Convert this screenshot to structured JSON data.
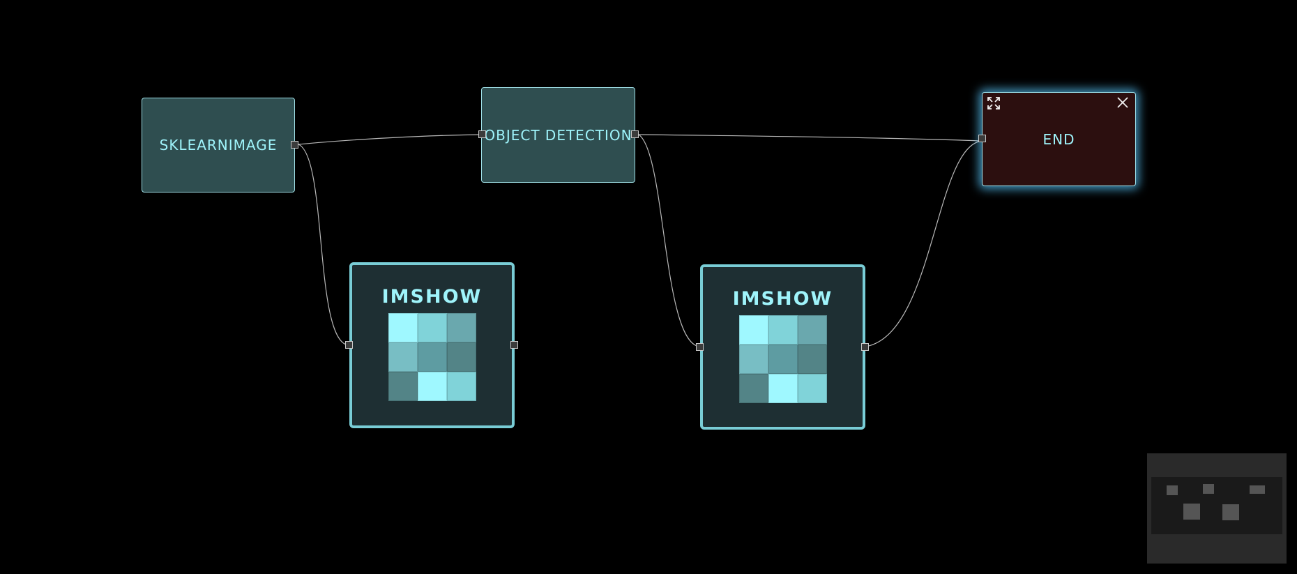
{
  "diagram": {
    "nodes": [
      {
        "id": "sklearnimage",
        "label": "SKLEARNIMAGE",
        "type": "plain"
      },
      {
        "id": "object-detection",
        "label": "OBJECT DETECTION",
        "type": "plain"
      },
      {
        "id": "end",
        "label": "END",
        "type": "end",
        "selected": true
      },
      {
        "id": "imshow-1",
        "label": "IMSHOW",
        "type": "imshow"
      },
      {
        "id": "imshow-2",
        "label": "IMSHOW",
        "type": "imshow"
      }
    ],
    "edges": [
      {
        "from": "sklearnimage",
        "to": "object-detection"
      },
      {
        "from": "sklearnimage",
        "to": "imshow-1"
      },
      {
        "from": "object-detection",
        "to": "end"
      },
      {
        "from": "object-detection",
        "to": "imshow-2"
      },
      {
        "from": "imshow-2",
        "to": "end"
      }
    ],
    "imshow_preview_colors": [
      "#9ff8ff",
      "#80d3d9",
      "#6aa8ae",
      "#78bec4",
      "#5e9ca2",
      "#538487",
      "#538487",
      "#9ff8ff",
      "#80d3d9"
    ]
  },
  "end_node": {
    "expand_icon": "expand-arrows-icon",
    "close_icon": "close-icon"
  },
  "minimap": {
    "visible": true
  },
  "colors": {
    "background": "#000000",
    "node_fill": "#2f4e50",
    "node_text": "#9ff4fb",
    "end_fill": "#2c0f0f",
    "end_glow": "#5ac8ff",
    "imshow_border": "#79cdd6",
    "edge": "#b8b8b8"
  }
}
